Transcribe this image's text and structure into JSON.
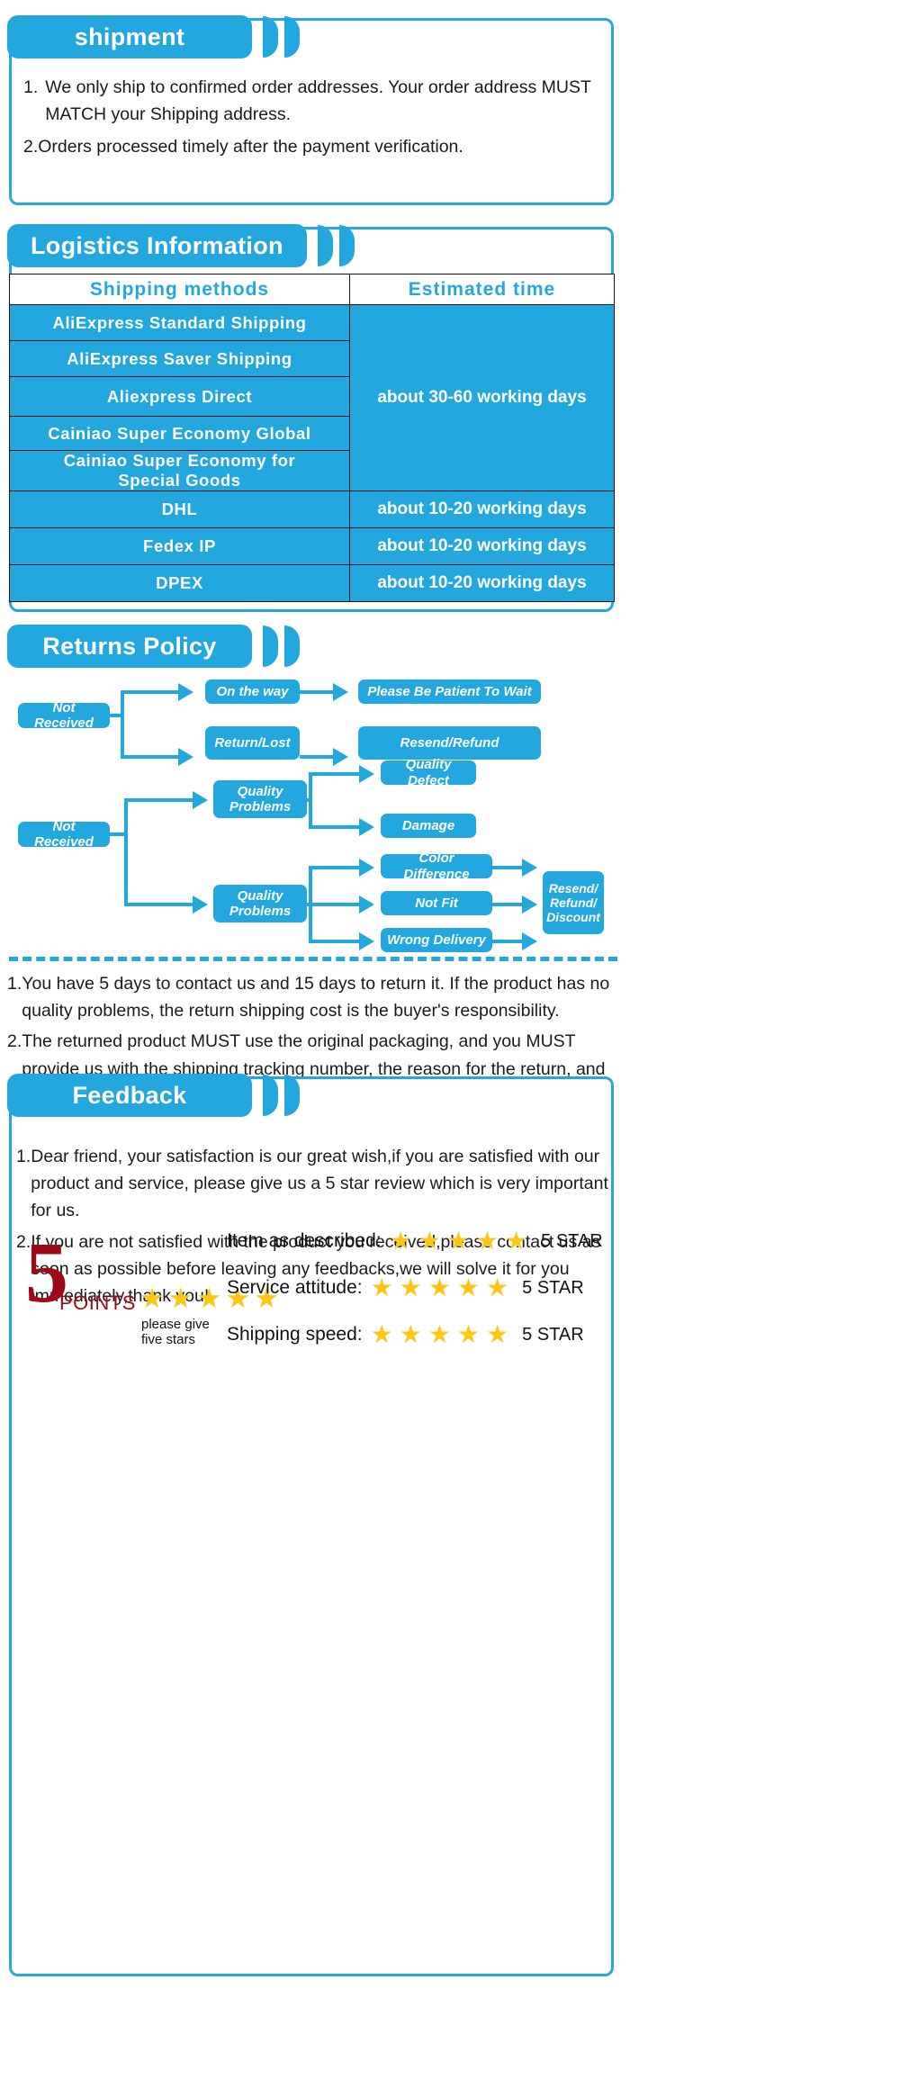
{
  "accent_color": "#22A7DE",
  "star_color": "#FFC617",
  "five_points_color": "#9C0A17",
  "shipment": {
    "title": "shipment",
    "items": [
      {
        "num": "1.",
        "text": "We only ship to confirmed order addresses. Your order address MUST MATCH your Shipping address."
      },
      {
        "num": "2.",
        "text": "Orders processed timely after the payment verification."
      }
    ]
  },
  "logistics": {
    "title": "Logistics Information",
    "columns": [
      "Shipping  methods",
      "Estimated  time"
    ],
    "rows": [
      {
        "method": "AliExpress  Standard  Shipping",
        "eta": "about 30-60 working days",
        "eta_group": 1
      },
      {
        "method": "AliExpress  Saver  Shipping",
        "eta": "",
        "eta_group": 1
      },
      {
        "method": "Aliexpress  Direct",
        "eta": "",
        "eta_group": 1
      },
      {
        "method": "Cainiao  Super  Economy  Global",
        "eta": "",
        "eta_group": 1
      },
      {
        "method": "Cainiao  Super  Economy  for\nSpecial  Goods",
        "eta": "",
        "eta_group": 1
      },
      {
        "method": "DHL",
        "eta": "about 10-20 working days",
        "eta_group": 0
      },
      {
        "method": "Fedex  IP",
        "eta": "about 10-20 working days",
        "eta_group": 0
      },
      {
        "method": "DPEX",
        "eta": "about 10-20 working days",
        "eta_group": 0
      }
    ]
  },
  "returns": {
    "title": "Returns Policy",
    "flow": {
      "group1": {
        "source": "Not Received",
        "branches": [
          {
            "stage": "On the way",
            "result": "Please Be Patient To Wait"
          },
          {
            "stage": "Return/Lost",
            "result": "Resend/Refund"
          }
        ]
      },
      "group2": {
        "source": "Not Received",
        "branches": [
          {
            "stage": "Quality\nProblems",
            "results": [
              "Quality Defect",
              "Damage"
            ]
          },
          {
            "stage": "Quality\nProblems",
            "results": [
              "Color Difference",
              "Not Fit",
              "Wrong Delivery"
            ],
            "final": "Resend/\nRefund/\nDiscount"
          }
        ]
      }
    },
    "notes": [
      {
        "num": "1.",
        "text": "You have 5 days to contact us and 15 days to return it. If the product has no quality problems, the return shipping cost is the buyer's responsibility."
      },
      {
        "num": "2.",
        "text": "The returned product MUST use the original packaging, and you MUST provide us with the shipping tracking number, the reason for the return, and the order ID."
      }
    ]
  },
  "feedback": {
    "title": "Feedback",
    "items": [
      {
        "num": "1.",
        "text": "Dear friend, your satisfaction is our great wish,if you are satisfied with our product and service, please give us a 5 star review which is very important for us."
      },
      {
        "num": "2.",
        "text": "If you are not satisfied with the product you received,please contact us as soon as possible before leaving any feedbacks,we will solve it for you immediately,thank you!"
      }
    ],
    "badge": {
      "number": "5",
      "word": "POINTS",
      "caption": "please give five stars",
      "stars": 5
    },
    "ratings": [
      {
        "label": "Item as described:",
        "stars": 5,
        "tail": "5 STAR"
      },
      {
        "label": "Service attitude:",
        "stars": 5,
        "tail": "5 STAR"
      },
      {
        "label": "Shipping speed:",
        "stars": 5,
        "tail": "5 STAR"
      }
    ]
  },
  "icons": {
    "star": "★",
    "quote_blob": "quote-blob"
  }
}
